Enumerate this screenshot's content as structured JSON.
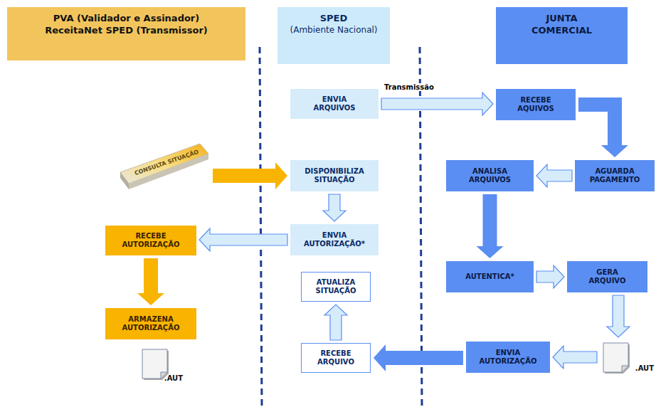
{
  "diagram": {
    "nodes": [
      {
        "text": [
          "PVA (Validador e Assinador)",
          "ReceitaNet SPED (Transmissor)"
        ]
      },
      {
        "text": [
          "SPED",
          "(Ambiente Nacional)"
        ]
      },
      {
        "text": [
          "JUNTA COMERCIAL"
        ]
      },
      {
        "text": [
          "ENVIA ARQUIVOS"
        ]
      },
      {
        "text": [
          "RECEBE AQUIVOS"
        ]
      },
      {
        "text": [
          "CONSULTA SITUAÇÃO"
        ]
      },
      {
        "text": [
          "DISPONIBILIZA SITUAÇÃO"
        ]
      },
      {
        "text": [
          "ANALISA ARQUIVOS"
        ]
      },
      {
        "text": [
          "AGUARDA PAGAMENTO"
        ]
      },
      {
        "text": [
          "RECEBE AUTORIZAÇÃO"
        ]
      },
      {
        "text": [
          "ENVIA AUTORIZAÇÃO*"
        ]
      },
      {
        "text": [
          "AUTENTICA*"
        ]
      },
      {
        "text": [
          "GERA ARQUIVO"
        ]
      },
      {
        "text": [
          "ATUALIZA SITUAÇÃO"
        ]
      },
      {
        "text": [
          "ARMAZENA AUTORIZAÇÃO"
        ]
      },
      {
        "text": [
          "RECEBE ARQUIVO"
        ]
      },
      {
        "text": [
          "ENVIA AUTORIZAÇÃO"
        ]
      },
      {
        "text": [
          ".AUT"
        ]
      },
      {
        "text": [
          ".AUT"
        ]
      }
    ],
    "edges": [
      {
        "from": 3,
        "to": 4,
        "label": "Transmissão",
        "arrow": "to"
      },
      {
        "from": 4,
        "to": 8,
        "arrow": "to"
      },
      {
        "from": 8,
        "to": 7,
        "arrow": "to"
      },
      {
        "from": 5,
        "to": 6,
        "arrow": "to"
      },
      {
        "from": 6,
        "to": 10,
        "arrow": "to"
      },
      {
        "from": 10,
        "to": 9,
        "arrow": "to"
      },
      {
        "from": 9,
        "to": 14,
        "arrow": "to"
      },
      {
        "from": 7,
        "to": 11,
        "arrow": "to"
      },
      {
        "from": 11,
        "to": 12,
        "arrow": "to"
      },
      {
        "from": 12,
        "to": 18,
        "arrow": "to"
      },
      {
        "from": 18,
        "to": 16,
        "arrow": "to"
      },
      {
        "from": 16,
        "to": 15,
        "arrow": "to"
      },
      {
        "from": 15,
        "to": 13,
        "arrow": "to"
      }
    ]
  }
}
